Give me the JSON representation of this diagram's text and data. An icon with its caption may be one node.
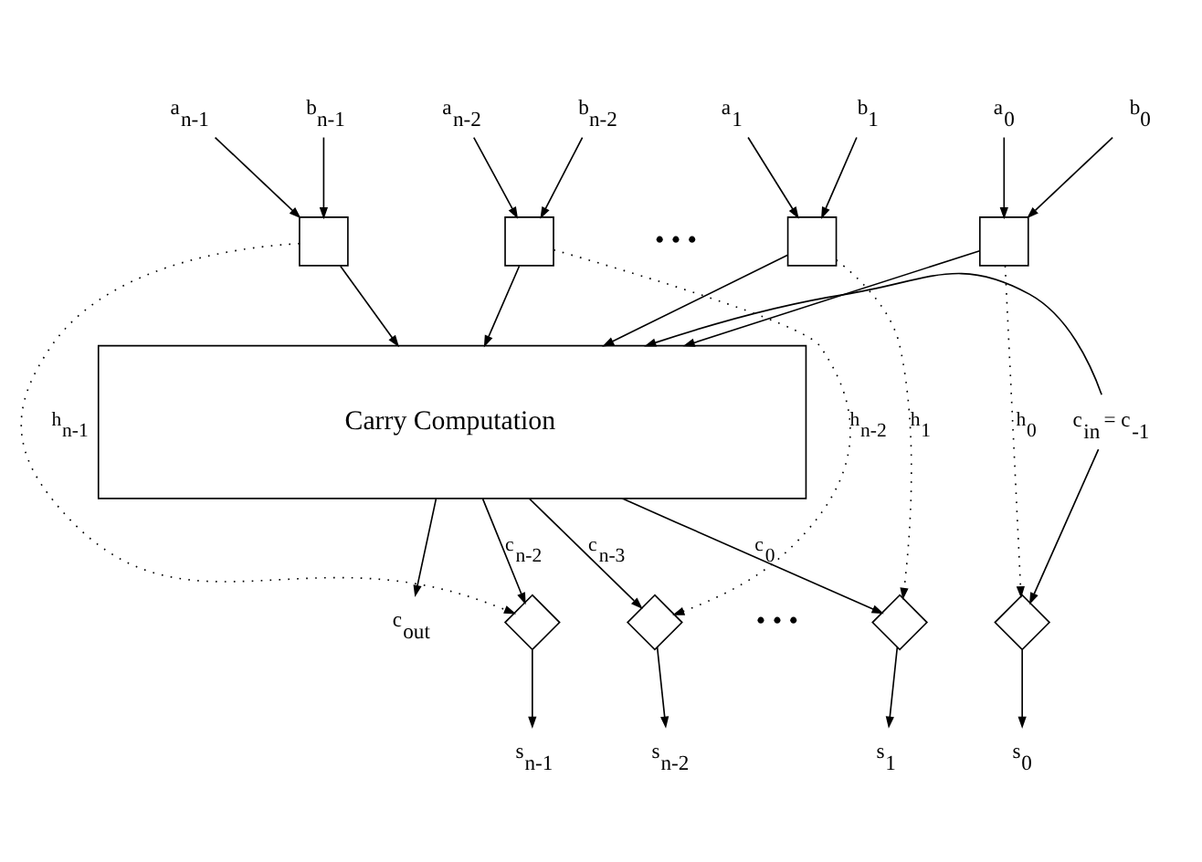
{
  "diagram": {
    "nodes": [
      {
        "text": [
          "a$_{n-1}$"
        ]
      },
      {
        "text": [
          "b$_{n-1}$"
        ]
      },
      {
        "text": [
          "a$_{n-2}$"
        ]
      },
      {
        "text": [
          "b$_{n-2}$"
        ]
      },
      {
        "text": [
          "a$_{1}$"
        ]
      },
      {
        "text": [
          "b$_{1}$"
        ]
      },
      {
        "text": [
          "a$_{0}$"
        ]
      },
      {
        "text": [
          "b$_{0}$"
        ]
      },
      {
        "text": [],
        "shape": "box"
      },
      {
        "text": [],
        "shape": "box"
      },
      {
        "text": [],
        "shape": "box"
      },
      {
        "text": [],
        "shape": "box"
      },
      {
        "text": [
          "Carry Computation"
        ]
      },
      {
        "text": [
          "c$_{in}$ = c$_{-1}$"
        ]
      },
      {
        "text": [
          "c$_{out}$"
        ]
      },
      {
        "text": [],
        "shape": "diamond"
      },
      {
        "text": [],
        "shape": "diamond"
      },
      {
        "text": [],
        "shape": "diamond"
      },
      {
        "text": [],
        "shape": "diamond"
      },
      {
        "text": [
          "s$_{n-1}$"
        ]
      },
      {
        "text": [
          "s$_{n-2}$"
        ]
      },
      {
        "text": [
          "s$_{1}$"
        ]
      },
      {
        "text": [
          "s$_{0}$"
        ]
      }
    ],
    "edges": [
      {
        "from": 0,
        "to": 8,
        "arrow": "to"
      },
      {
        "from": 1,
        "to": 8,
        "arrow": "to"
      },
      {
        "from": 2,
        "to": 9,
        "arrow": "to"
      },
      {
        "from": 3,
        "to": 9,
        "arrow": "to"
      },
      {
        "from": 4,
        "to": 10,
        "arrow": "to"
      },
      {
        "from": 5,
        "to": 10,
        "arrow": "to"
      },
      {
        "from": 6,
        "to": 11,
        "arrow": "to"
      },
      {
        "from": 7,
        "to": 11,
        "arrow": "to"
      },
      {
        "from": 8,
        "to": 12,
        "arrow": "to"
      },
      {
        "from": 9,
        "to": 12,
        "arrow": "to"
      },
      {
        "from": 10,
        "to": 12,
        "arrow": "to"
      },
      {
        "from": 11,
        "to": 12,
        "arrow": "to"
      },
      {
        "from": 13,
        "to": 12,
        "arrow": "to"
      },
      {
        "from": 12,
        "to": 14,
        "arrow": "to"
      },
      {
        "from": 8,
        "to": 15,
        "arrow": "to",
        "style": "dashed",
        "label": "h$_{n-1}$"
      },
      {
        "from": 12,
        "to": 15,
        "arrow": "to",
        "label": "c$_{n-2}$"
      },
      {
        "from": 9,
        "to": 16,
        "arrow": "to",
        "style": "dashed",
        "label": "h$_{n-2}$"
      },
      {
        "from": 12,
        "to": 16,
        "arrow": "to",
        "label": "c$_{n-3}$"
      },
      {
        "from": 10,
        "to": 17,
        "arrow": "to",
        "style": "dashed",
        "label": "h$_{1}$"
      },
      {
        "from": 12,
        "to": 17,
        "arrow": "to",
        "label": "c$_{0}$"
      },
      {
        "from": 11,
        "to": 18,
        "arrow": "to",
        "style": "dashed",
        "label": "h$_{0}$"
      },
      {
        "from": 13,
        "to": 18,
        "arrow": "to"
      },
      {
        "from": 15,
        "to": 19,
        "arrow": "to"
      },
      {
        "from": 16,
        "to": 20,
        "arrow": "to"
      },
      {
        "from": 17,
        "to": 21,
        "arrow": "to"
      },
      {
        "from": 18,
        "to": 22,
        "arrow": "to"
      }
    ],
    "labels": [
      "• • •",
      "• • •"
    ]
  }
}
